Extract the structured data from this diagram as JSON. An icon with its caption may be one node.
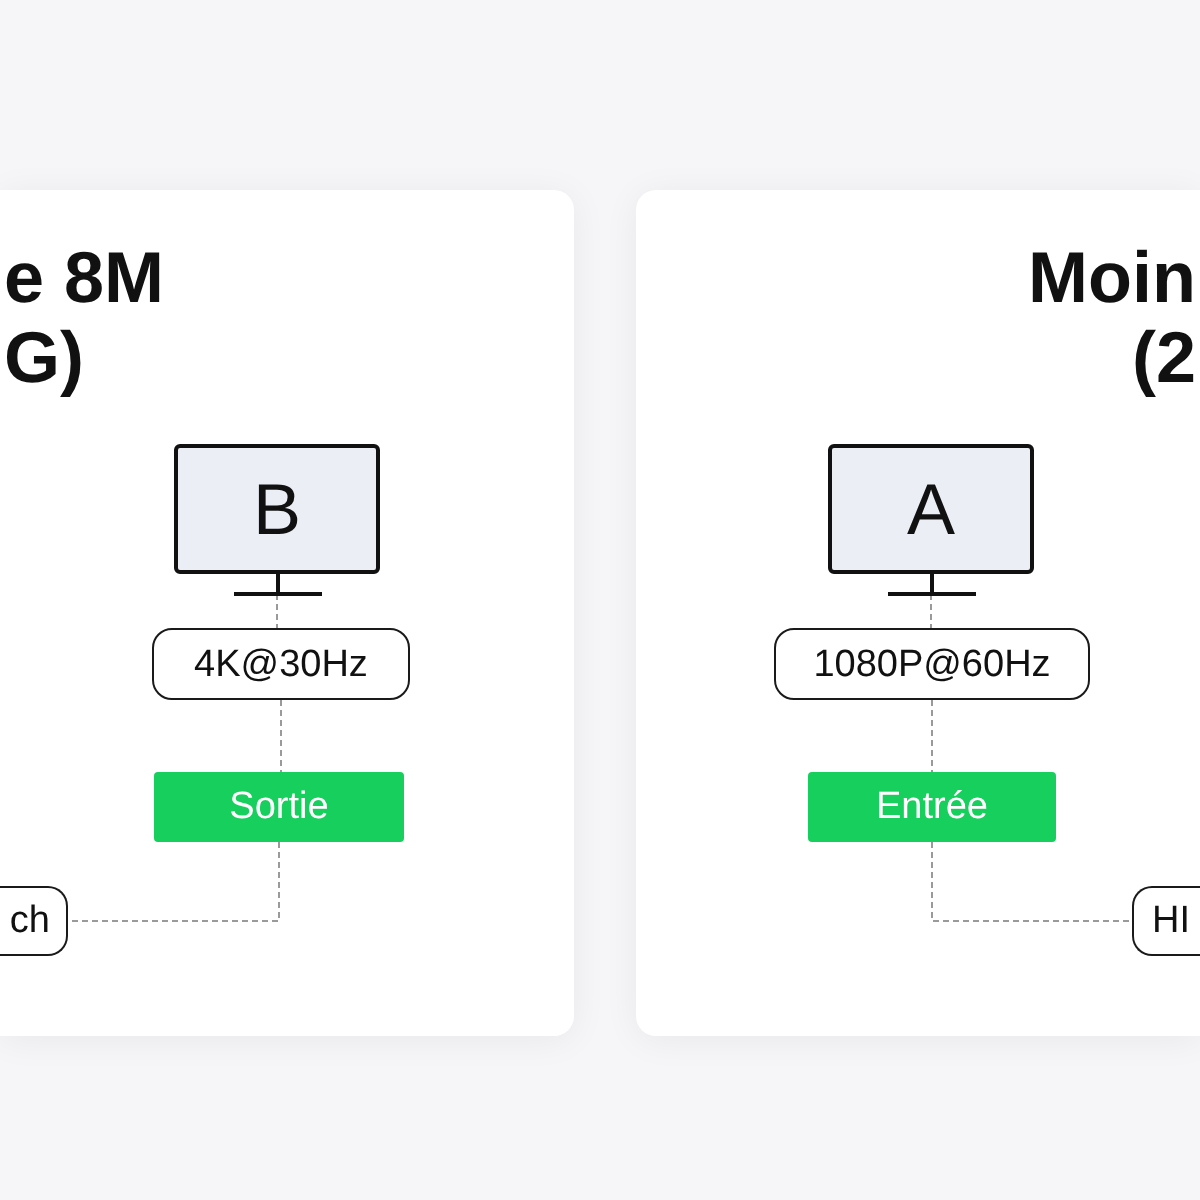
{
  "diagram": {
    "nodes": [
      {
        "text": [
          "e 8M G)"
        ]
      },
      {
        "text": [
          "B"
        ],
        "in": 0
      },
      {
        "text": [
          "4K@30Hz"
        ],
        "in": 0
      },
      {
        "text": [
          "Sortie"
        ],
        "in": 0
      },
      {
        "text": [
          "ch"
        ],
        "in": 0
      },
      {
        "text": [
          "Moin (2"
        ]
      },
      {
        "text": [
          "A"
        ],
        "in": 5
      },
      {
        "text": [
          "1080P@60Hz"
        ],
        "in": 5
      },
      {
        "text": [
          "Entrée"
        ],
        "in": 5
      },
      {
        "text": [
          "HI"
        ],
        "in": 5
      }
    ],
    "edges": [
      {
        "from": 1,
        "to": 2,
        "arrow": "none",
        "style": "dashed"
      },
      {
        "from": 2,
        "to": 3,
        "arrow": "none",
        "style": "dashed"
      },
      {
        "from": 3,
        "to": 4,
        "arrow": "none",
        "style": "dashed"
      },
      {
        "from": 6,
        "to": 7,
        "arrow": "none",
        "style": "dashed"
      },
      {
        "from": 7,
        "to": 8,
        "arrow": "none",
        "style": "dashed"
      },
      {
        "from": 8,
        "to": 9,
        "arrow": "none",
        "style": "dashed"
      }
    ]
  }
}
